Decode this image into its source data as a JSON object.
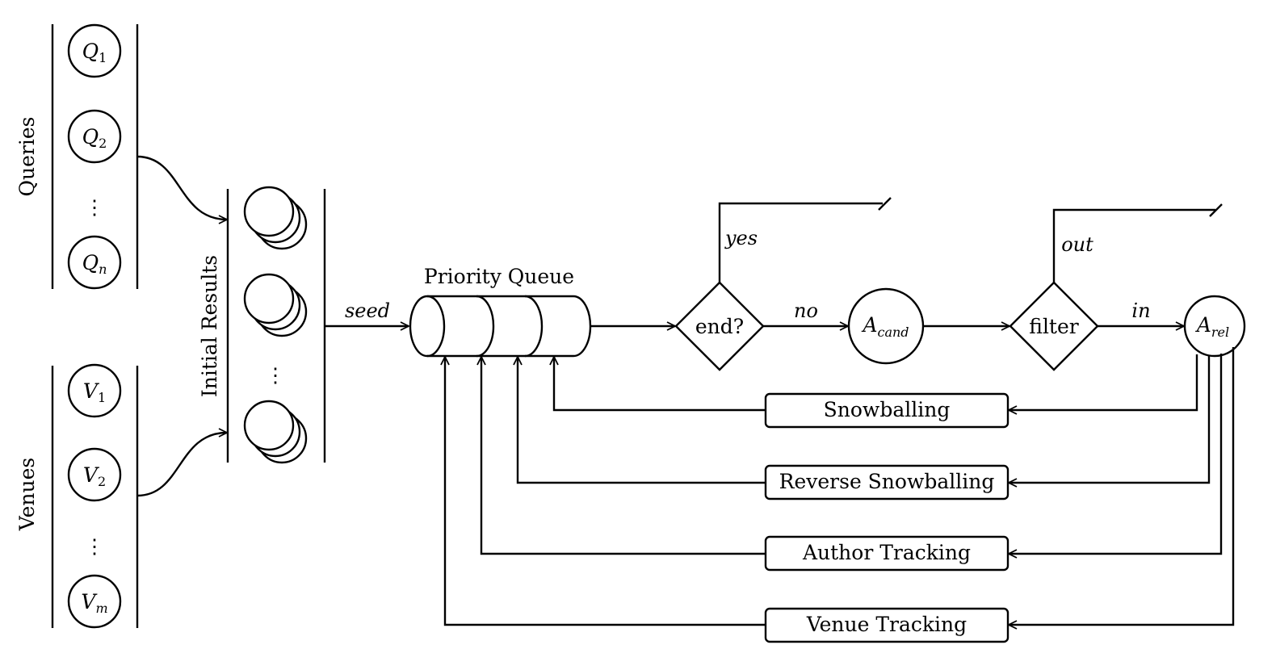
{
  "labels": {
    "queries": "Queries",
    "venues": "Venues",
    "initial_results": "Initial Results",
    "priority_queue": "Priority Queue",
    "seed": "seed",
    "yes": "yes",
    "no": "no",
    "out": "out",
    "in": "in",
    "end": "end?",
    "filter": "filter",
    "dots": "⋮"
  },
  "queries": [
    {
      "base": "Q",
      "sub": "1"
    },
    {
      "base": "Q",
      "sub": "2"
    },
    {
      "base": "Q",
      "sub": "n"
    }
  ],
  "venues": [
    {
      "base": "V",
      "sub": "1"
    },
    {
      "base": "V",
      "sub": "2"
    },
    {
      "base": "V",
      "sub": "m"
    }
  ],
  "nodes": {
    "a_cand": {
      "base": "A",
      "sub": "cand"
    },
    "a_rel": {
      "base": "A",
      "sub": "rel"
    }
  },
  "feedback": [
    "Snowballing",
    "Reverse Snowballing",
    "Author Tracking",
    "Venue Tracking"
  ]
}
